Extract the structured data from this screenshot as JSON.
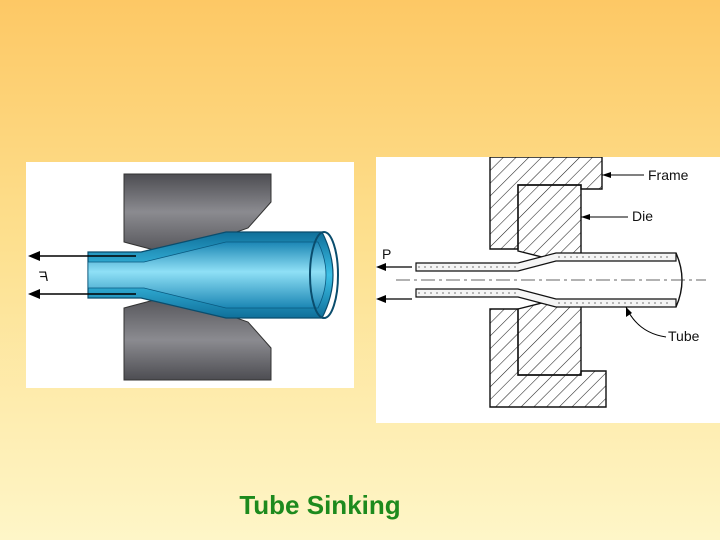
{
  "caption": "Tube Sinking",
  "left_figure": {
    "force_label": "F"
  },
  "right_figure": {
    "labels": {
      "frame": "Frame",
      "die": "Die",
      "pull": "P",
      "tube": "Tube"
    }
  },
  "colors": {
    "caption": "#1d8a1d",
    "die_steel": "#6f6f73",
    "tube_blue": "#1a9dc8"
  }
}
